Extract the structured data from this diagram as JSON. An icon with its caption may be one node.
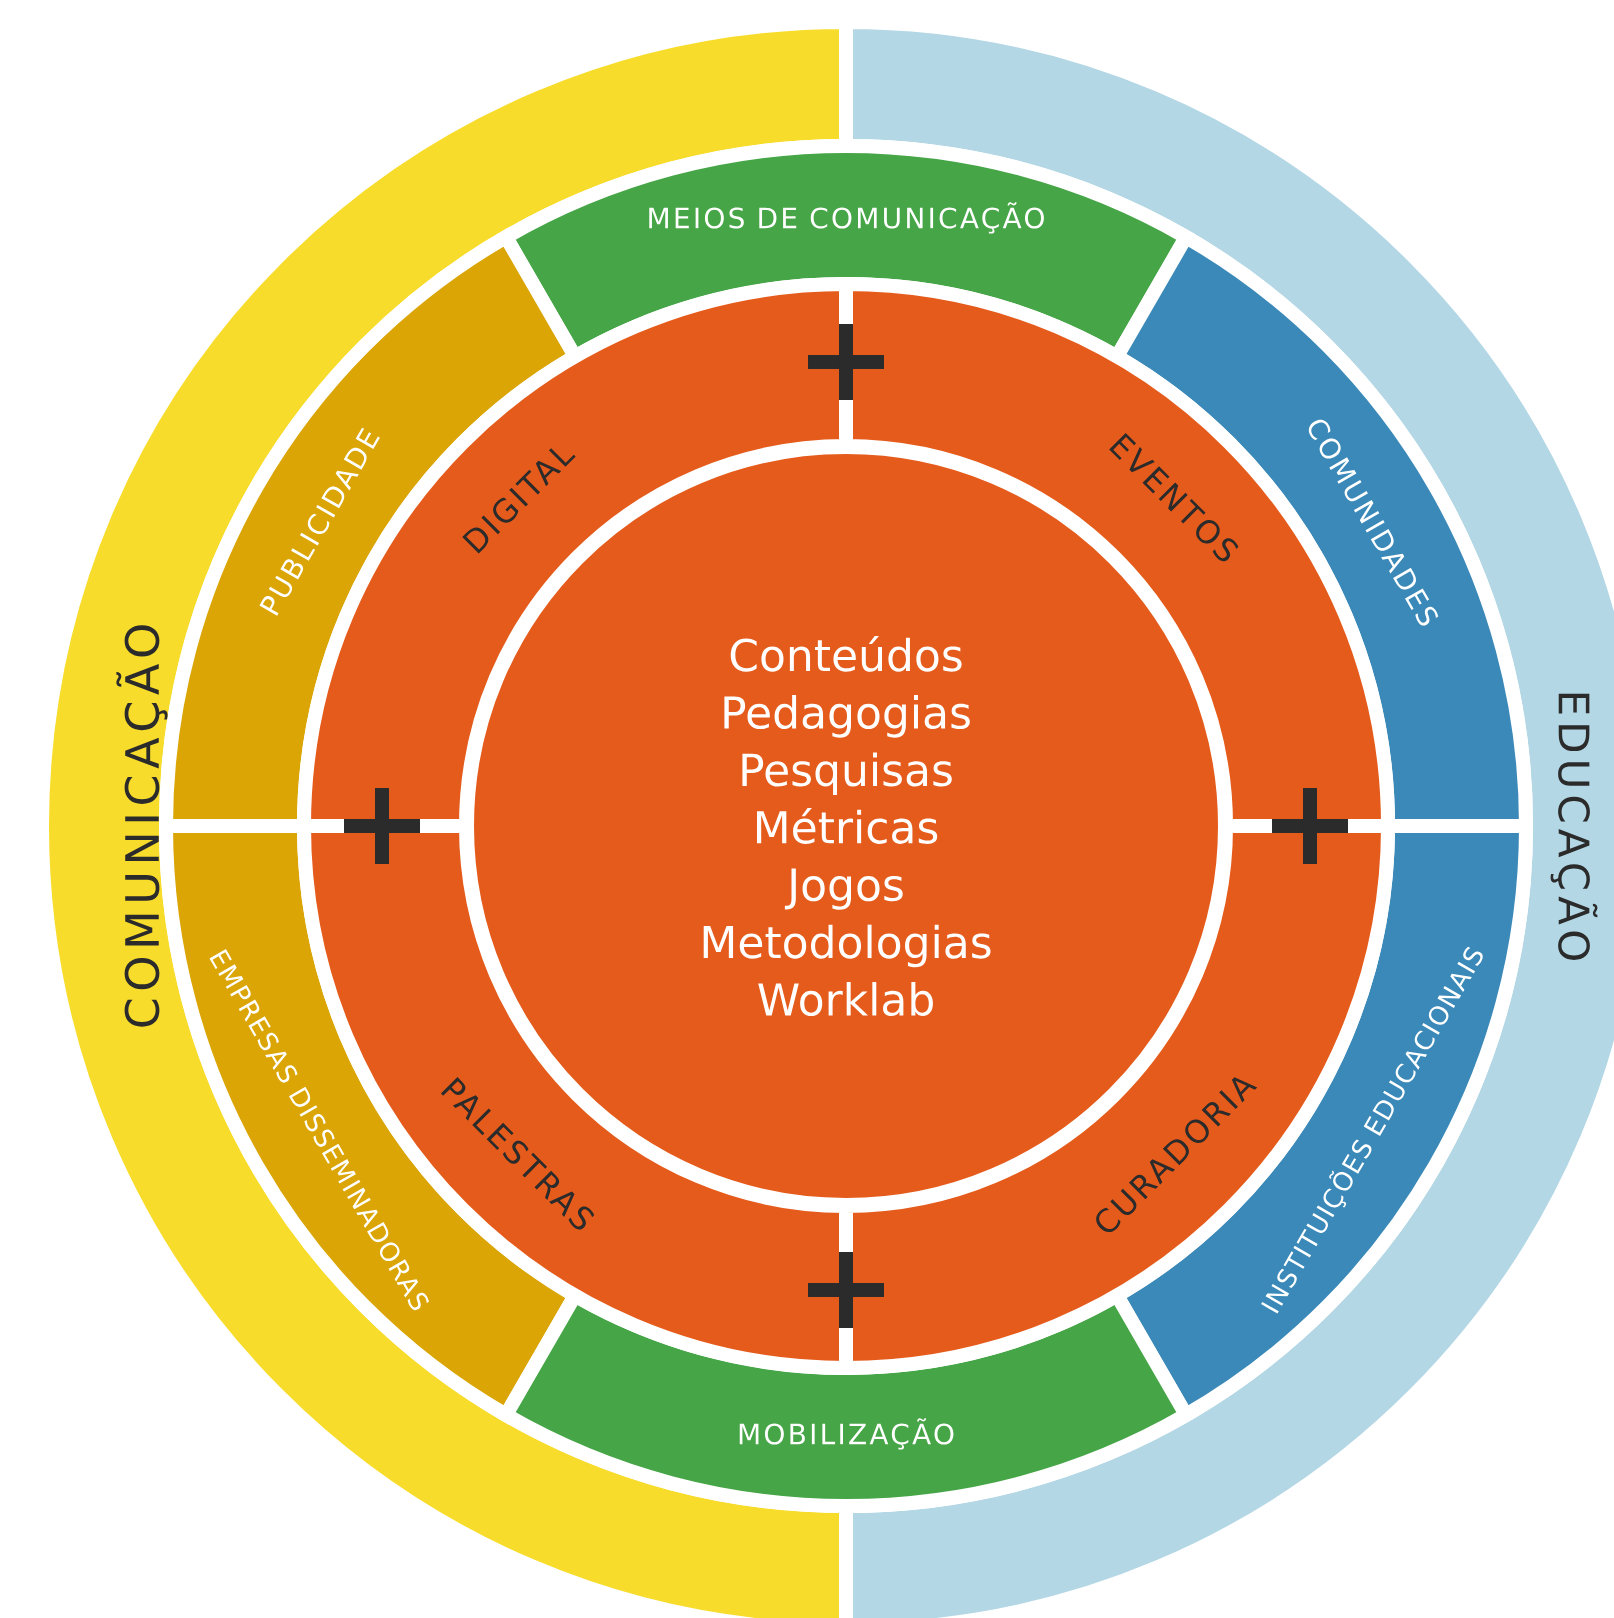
{
  "diagram": {
    "nodes": [
      {
        "text": [
          "COMUNICAÇÃO"
        ]
      },
      {
        "text": [
          "EDUCAÇÃO"
        ]
      },
      {
        "text": [
          "MEIOS DE COMUNICAÇÃO"
        ]
      },
      {
        "text": [
          "PUBLICIDADE"
        ]
      },
      {
        "text": [
          "COMUNIDADES"
        ]
      },
      {
        "text": [
          "EMPRESAS DISSEMINADORAS"
        ]
      },
      {
        "text": [
          "INSTITUIÇÕES EDUCACIONAIS"
        ]
      },
      {
        "text": [
          "MOBILIZAÇÃO"
        ]
      },
      {
        "text": [
          "DIGITAL"
        ]
      },
      {
        "text": [
          "EVENTOS"
        ]
      },
      {
        "text": [
          "PALESTRAS"
        ]
      },
      {
        "text": [
          "CURADORIA"
        ]
      },
      {
        "text": [
          "Conteúdos",
          "Pedagogias",
          "Pesquisas",
          "Métricas",
          "Jogos",
          "Metodologias",
          "Worklab"
        ]
      }
    ]
  }
}
